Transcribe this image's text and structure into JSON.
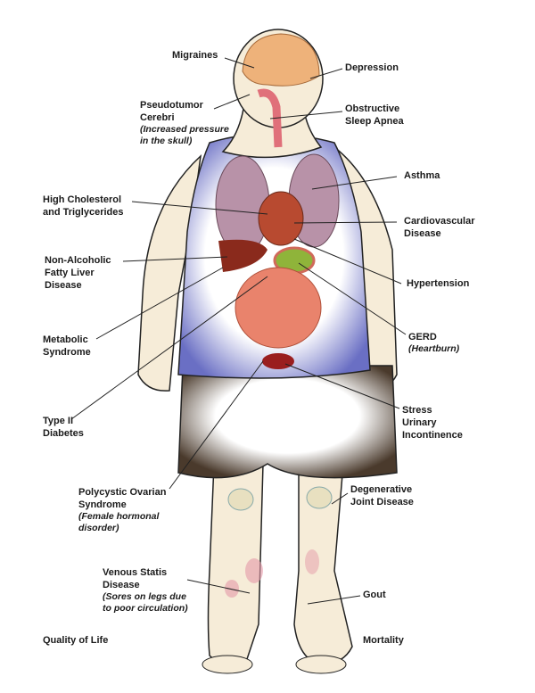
{
  "title_left": "Quality of Life",
  "title_right": "Mortality",
  "labels": {
    "migraines": "Migraines",
    "depression": "Depression",
    "pseudotumor": [
      "Pseudotumor",
      "Cerebri"
    ],
    "pseudotumor_note": [
      "(Increased pressure",
      "in the skull)"
    ],
    "sleep_apnea": [
      "Obstructive",
      "Sleep Apnea"
    ],
    "asthma": "Asthma",
    "cholesterol": [
      "High Cholesterol",
      "and Triglycerides"
    ],
    "cardiovascular": [
      "Cardiovascular",
      "Disease"
    ],
    "fatty_liver": [
      "Non-Alcoholic",
      "Fatty Liver",
      "Disease"
    ],
    "hypertension": "Hypertension",
    "metabolic": [
      "Metabolic",
      "Syndrome"
    ],
    "gerd": "GERD",
    "gerd_note": "(Heartburn)",
    "diabetes": [
      "Type II",
      "Diabetes"
    ],
    "incontinence": [
      "Stress",
      "Urinary",
      "Incontinence"
    ],
    "pcos": [
      "Polycystic Ovarian",
      "Syndrome"
    ],
    "pcos_note": [
      "(Female hormonal",
      "disorder)"
    ],
    "joint": [
      "Degenerative",
      "Joint Disease"
    ],
    "venous": [
      "Venous Statis",
      "Disease"
    ],
    "venous_note": [
      "(Sores on legs due",
      "to poor circulation)"
    ],
    "gout": "Gout"
  }
}
